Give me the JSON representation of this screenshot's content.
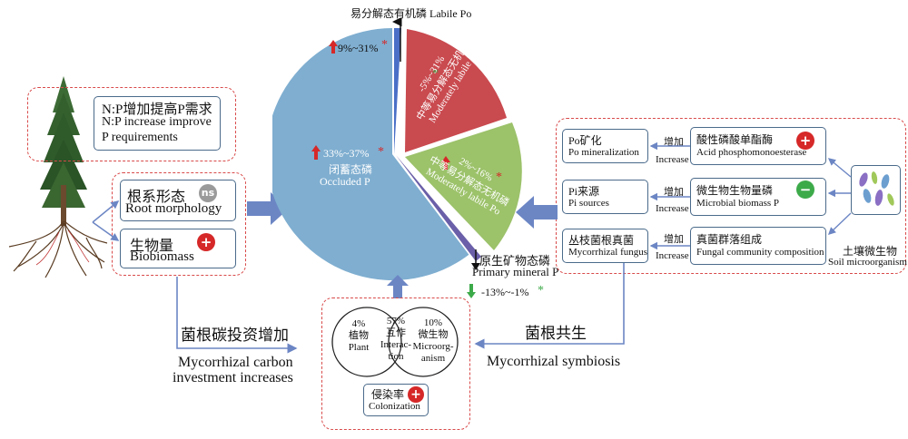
{
  "center": {
    "labile_po": "易分解态有机磷 Labile Po",
    "labile_po_change": "9%~31%",
    "mod_pi_change": "-5%~31%",
    "mod_pi_zh": "中等易分解态无机磷",
    "mod_pi_en": "Moderately labile Pi",
    "mod_po_change": "2%~16%",
    "mod_po_zh": "中等易分解态无机磷",
    "mod_po_en": "Moderately labile Po",
    "occluded_change": "33%~37%",
    "occluded_zh": "闭蓄态磷",
    "occluded_en": "Occluded P",
    "primary_zh": "原生矿物态磷",
    "primary_en": "Primary mineral P",
    "primary_change": "-13%~-1%"
  },
  "left": {
    "np_zh": "N:P增加提高P需求",
    "np_en1": "N:P increase improve",
    "np_en2": "P requirements",
    "root_zh": "根系形态",
    "root_en": "Root morphology",
    "ns": "ns",
    "biomass_zh": "生物量",
    "biomass_en": "Biobiomass",
    "invest_zh": "菌根碳投资增加",
    "invest_en1": "Mycorrhizal carbon",
    "invest_en2": "investment increases"
  },
  "bottom": {
    "plant_pct": "4%",
    "plant_zh": "植物",
    "plant_en": "Plant",
    "inter_pct": "57%",
    "inter_zh": "互作",
    "inter_en1": "Interac-",
    "inter_en2": "tion",
    "micro_pct": "10%",
    "micro_zh": "微生物",
    "micro_en1": "Microorg-",
    "micro_en2": "anism",
    "colon_zh": "侵染率",
    "colon_en": "Colonization"
  },
  "right": {
    "po_zh": "Po矿化",
    "po_en": "Po mineralization",
    "pi_zh": "Pi来源",
    "pi_en": "Pi sources",
    "myco_zh": "丛枝菌根真菌",
    "myco_en": "Mycorrhizal fungus",
    "inc_zh": "增加",
    "inc_en": "Increase",
    "acid_zh": "酸性磷酸单酯酶",
    "acid_en": "Acid phosphomonoesterase",
    "mbp_zh": "微生物生物量磷",
    "mbp_en": "Microbial biomass P",
    "fungal_zh": "真菌群落组成",
    "fungal_en": "Fungal community composition",
    "soil_zh": "土壤微生物",
    "soil_en": "Soil microorganism",
    "symb_zh": "菌根共生",
    "symb_en": "Mycorrhizal symbiosis"
  },
  "colors": {
    "occluded": "#7faed0",
    "moderate_pi": "#c94a4f",
    "moderate_po": "#9cc26a",
    "primary": "#6a5fa8",
    "labile": "#4a6fc7",
    "plus": "#d62828",
    "minus": "#3daa4a",
    "ns": "#9a9a9a",
    "arrow": "#6c86c4"
  }
}
